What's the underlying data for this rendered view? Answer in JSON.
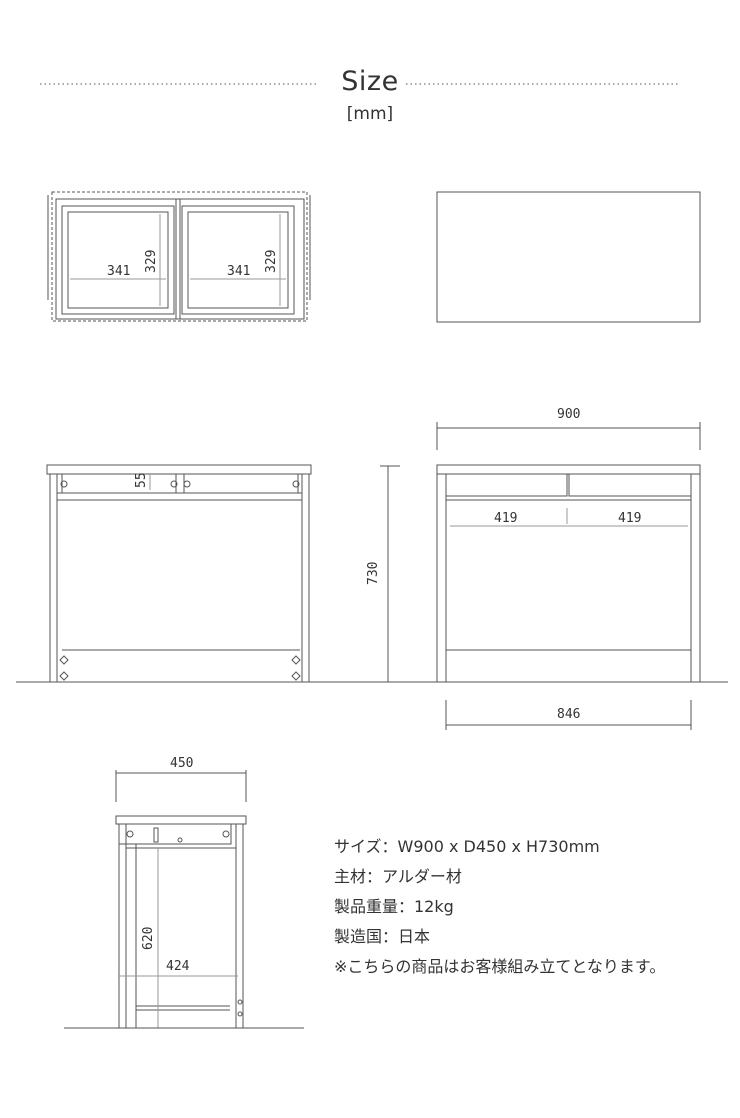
{
  "header": {
    "title": "Size",
    "unit": "[mm]"
  },
  "dimensions": {
    "inner_width_left": "341",
    "inner_height_left": "329",
    "inner_width_right": "341",
    "inner_height_right": "329",
    "drawer_height": "55",
    "total_height": "730",
    "total_width": "900",
    "drawer_width_left": "419",
    "drawer_width_right": "419",
    "inner_base_width": "846",
    "depth": "450",
    "leg_height": "620",
    "inner_depth": "424"
  },
  "specs": [
    "サイズ：W900 x D450 x H730mm",
    "主材：アルダー材",
    "製品重量：12kg",
    "製造国：日本",
    "※こちらの商品はお客様組み立てとなります。"
  ]
}
